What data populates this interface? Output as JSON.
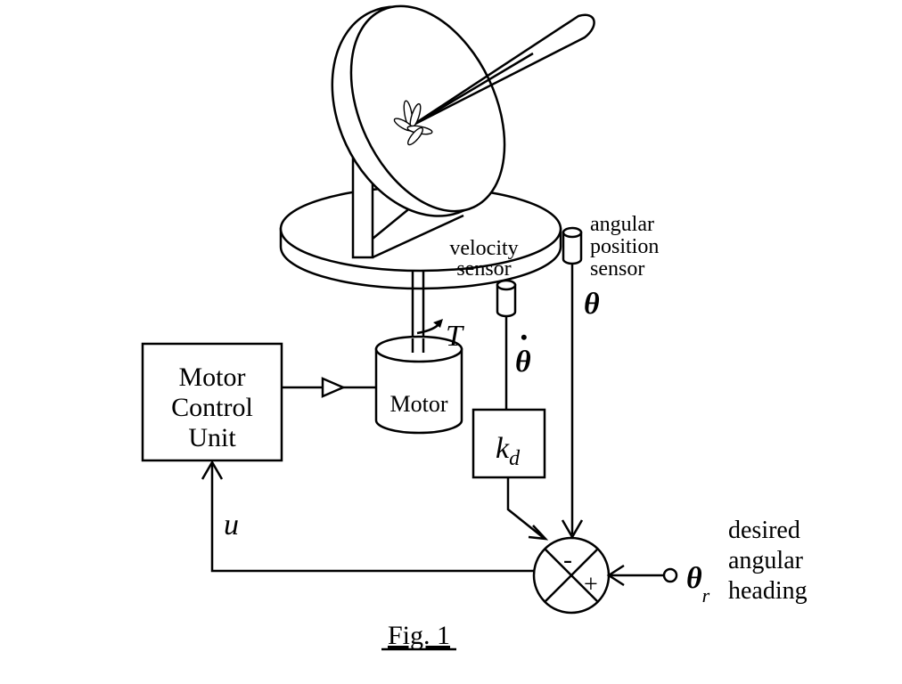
{
  "diagram": {
    "motor_control_unit": [
      "Motor",
      "Control",
      "Unit"
    ],
    "motor_label": "Motor",
    "gain_label": "k",
    "gain_subscript": "d",
    "torque_label": "T",
    "input_label": "u",
    "theta_label": "θ",
    "theta_dot_label": "θ",
    "theta_dot_mark": "•",
    "theta_ref_label": "θ",
    "theta_ref_subscript": "r",
    "velocity_sensor": [
      "velocity",
      "sensor"
    ],
    "angular_position_sensor": [
      "angular",
      "position",
      "sensor"
    ],
    "desired_heading": [
      "desired",
      "angular",
      "heading"
    ],
    "minus_sign": "-",
    "plus_sign": "+",
    "caption": "Fig. 1"
  }
}
